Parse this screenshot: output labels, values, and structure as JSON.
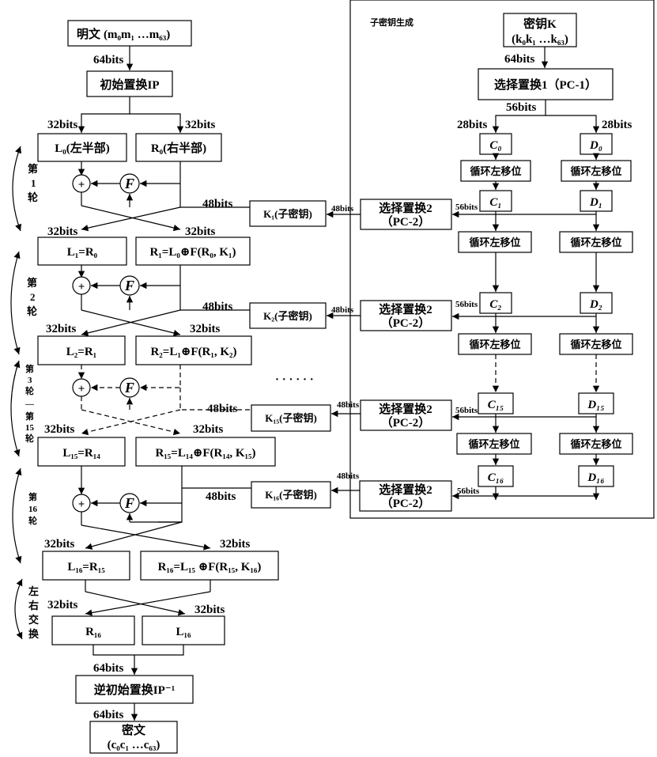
{
  "plaintext": {
    "label": "明文",
    "content": "(m₀m₁ …m₆₃)"
  },
  "initial_permutation": "初始置换IP",
  "inverse_permutation": "逆初始置换IP⁻¹",
  "ciphertext": {
    "label": "密文",
    "content": "(c₀c₁ …c₆₃)"
  },
  "bits": {
    "b64": "64bits",
    "b32": "32bits",
    "b48": "48bits",
    "b56": "56bits",
    "b28": "28bits"
  },
  "rounds": {
    "r1": {
      "L": "L₀(左半部)",
      "R": "R₀(右半部)"
    },
    "r2": {
      "L": "L₁=R₀",
      "R": "R₁=L₀⊕F(R₀, K₁)"
    },
    "r3": {
      "L": "L₂=R₁",
      "R": "R₂=L₁⊕F(R₁, K₂)"
    },
    "r15": {
      "L": "L₁₅=R₁₄",
      "R": "R₁₅=L₁₄⊕F(R₁₄, K₁₅)"
    },
    "r16": {
      "L": "L₁₆=R₁₅",
      "R": "R₁₆=L₁₅ ⊕F(R₁₅, K₁₆)"
    },
    "swap": {
      "L": "R₁₆",
      "R": "L₁₆"
    }
  },
  "round_labels": [
    "第1轮",
    "第2轮",
    "第3轮—第15轮",
    "第16轮",
    "左右交换"
  ],
  "f_label": "F",
  "xor_symbol": "+",
  "ellipsis": "· · · · · ·",
  "subkeys": [
    "K₁(子密钥)",
    "K₂(子密钥)",
    "K₁₅(子密钥)",
    "K₁₆(子密钥)"
  ],
  "key_schedule": {
    "title": "子密钥生成",
    "key": {
      "label": "密钥K",
      "content": "(k₀k₁ …k₆₃)"
    },
    "pc1": "选择置换1（PC-1）",
    "pc2": {
      "line1": "选择置换2",
      "line2": "（PC-2）"
    },
    "shift": "循环左移位",
    "C": [
      "C₀",
      "C₁",
      "C₂",
      "C₁₅",
      "C₁₆"
    ],
    "D": [
      "D₀",
      "D₁",
      "D₂",
      "D₁₅",
      "D₁₆"
    ]
  }
}
